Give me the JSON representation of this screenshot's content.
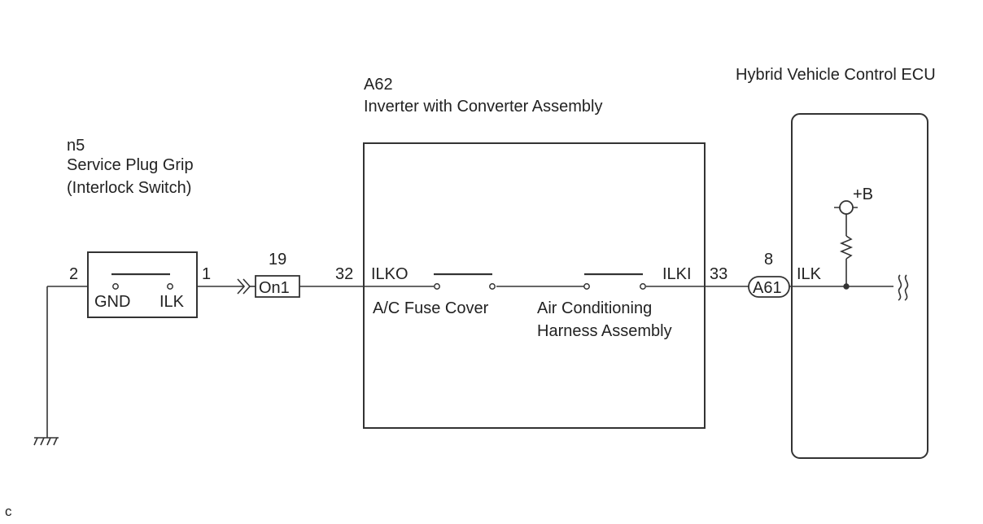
{
  "ecu": {
    "title": "Hybrid Vehicle Control ECU",
    "connector": "A61",
    "pin": "8",
    "terminal": "ILK",
    "supply": "+B"
  },
  "inverter": {
    "code": "A62",
    "name": "Inverter with Converter Assembly",
    "pin_in": "32",
    "pin_out": "33",
    "terminal_in": "ILKO",
    "terminal_out": "ILKI",
    "switch1_label": "A/C Fuse Cover",
    "switch2_label_line1": "Air Conditioning",
    "switch2_label_line2": "Harness Assembly"
  },
  "plug": {
    "code": "n5",
    "name_line1": "Service Plug Grip",
    "name_line2": "(Interlock Switch)",
    "pin_left": "2",
    "pin_right": "1",
    "terminal_left": "GND",
    "terminal_right": "ILK"
  },
  "junction": {
    "connector": "On1",
    "pin": "19"
  },
  "footer": {
    "code": "c"
  }
}
